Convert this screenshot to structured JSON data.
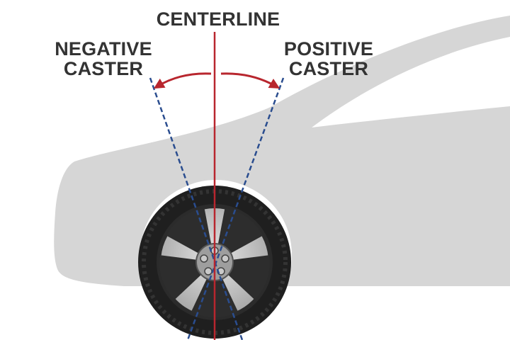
{
  "labels": {
    "centerline": "CENTERLINE",
    "negative_line1": "NEGATIVE",
    "negative_line2": "CASTER",
    "positive_line1": "POSITIVE",
    "positive_line2": "CASTER"
  },
  "icons": {
    "car": "car-silhouette-icon",
    "wheel": "wheel-icon",
    "arrow": "curved-arrow-icon"
  },
  "colors": {
    "background": "#ffffff",
    "car_body": "#d6d6d6",
    "centerline": "#b8262e",
    "caster_lines": "#2a4d8f",
    "label_text": "#333333",
    "tire": "#1f1f1f",
    "rim": "#c4c4c4"
  }
}
